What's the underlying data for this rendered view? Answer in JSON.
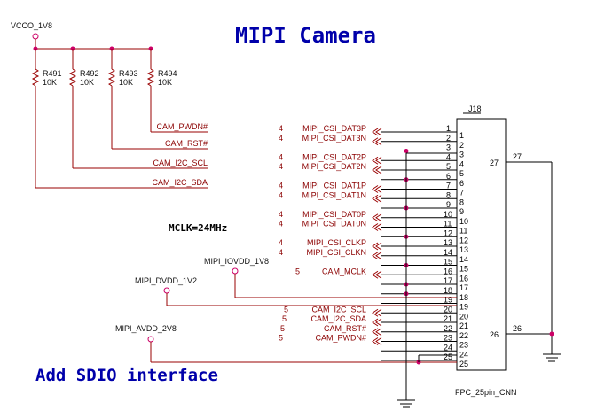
{
  "title": "MIPI Camera",
  "note": "MCLK=24MHz",
  "footer": "Add SDIO interface",
  "rails": {
    "vcco": "VCCO_1V8",
    "iovdd": "MIPI_IOVDD_1V8",
    "dvdd": "MIPI_DVDD_1V2",
    "avdd": "MIPI_AVDD_2V8"
  },
  "resistors": [
    {
      "ref": "R491",
      "value": "10K"
    },
    {
      "ref": "R492",
      "value": "10K"
    },
    {
      "ref": "R493",
      "value": "10K"
    },
    {
      "ref": "R494",
      "value": "10K"
    }
  ],
  "pullup_nets": [
    "CAM_PWDN#",
    "CAM_RST#",
    "CAM_I2C_SCL",
    "CAM_I2C_SDA"
  ],
  "connector": {
    "ref": "J18",
    "part": "FPC_25pin_CNN",
    "right_pins": [
      {
        "num": "27",
        "net": "27"
      },
      {
        "num": "26",
        "net": "26"
      }
    ]
  },
  "pins": [
    {
      "num": "1",
      "net": "MIPI_CSI_DAT3P",
      "sheet": "4"
    },
    {
      "num": "2",
      "net": "MIPI_CSI_DAT3N",
      "sheet": "4"
    },
    {
      "num": "3",
      "net": "3",
      "sheet": ""
    },
    {
      "num": "4",
      "net": "MIPI_CSI_DAT2P",
      "sheet": "4"
    },
    {
      "num": "5",
      "net": "MIPI_CSI_DAT2N",
      "sheet": "4"
    },
    {
      "num": "6",
      "net": "6",
      "sheet": ""
    },
    {
      "num": "7",
      "net": "MIPI_CSI_DAT1P",
      "sheet": "4"
    },
    {
      "num": "8",
      "net": "MIPI_CSI_DAT1N",
      "sheet": "4"
    },
    {
      "num": "9",
      "net": "9",
      "sheet": ""
    },
    {
      "num": "10",
      "net": "MIPI_CSI_DAT0P",
      "sheet": "4"
    },
    {
      "num": "11",
      "net": "MIPI_CSI_DAT0N",
      "sheet": "4"
    },
    {
      "num": "12",
      "net": "12",
      "sheet": ""
    },
    {
      "num": "13",
      "net": "MIPI_CSI_CLKP",
      "sheet": "4"
    },
    {
      "num": "14",
      "net": "MIPI_CSI_CLKN",
      "sheet": "4"
    },
    {
      "num": "15",
      "net": "15",
      "sheet": ""
    },
    {
      "num": "16",
      "net": "CAM_MCLK",
      "sheet": "5"
    },
    {
      "num": "17",
      "net": "17",
      "sheet": ""
    },
    {
      "num": "18",
      "net": "18",
      "sheet": ""
    },
    {
      "num": "19",
      "net": "19",
      "sheet": ""
    },
    {
      "num": "20",
      "net": "CAM_I2C_SCL",
      "sheet": "5"
    },
    {
      "num": "21",
      "net": "CAM_I2C_SDA",
      "sheet": "5"
    },
    {
      "num": "22",
      "net": "CAM_RST#",
      "sheet": "5"
    },
    {
      "num": "23",
      "net": "CAM_PWDN#",
      "sheet": "5"
    },
    {
      "num": "24",
      "net": "24",
      "sheet": ""
    },
    {
      "num": "25",
      "net": "25",
      "sheet": ""
    }
  ]
}
